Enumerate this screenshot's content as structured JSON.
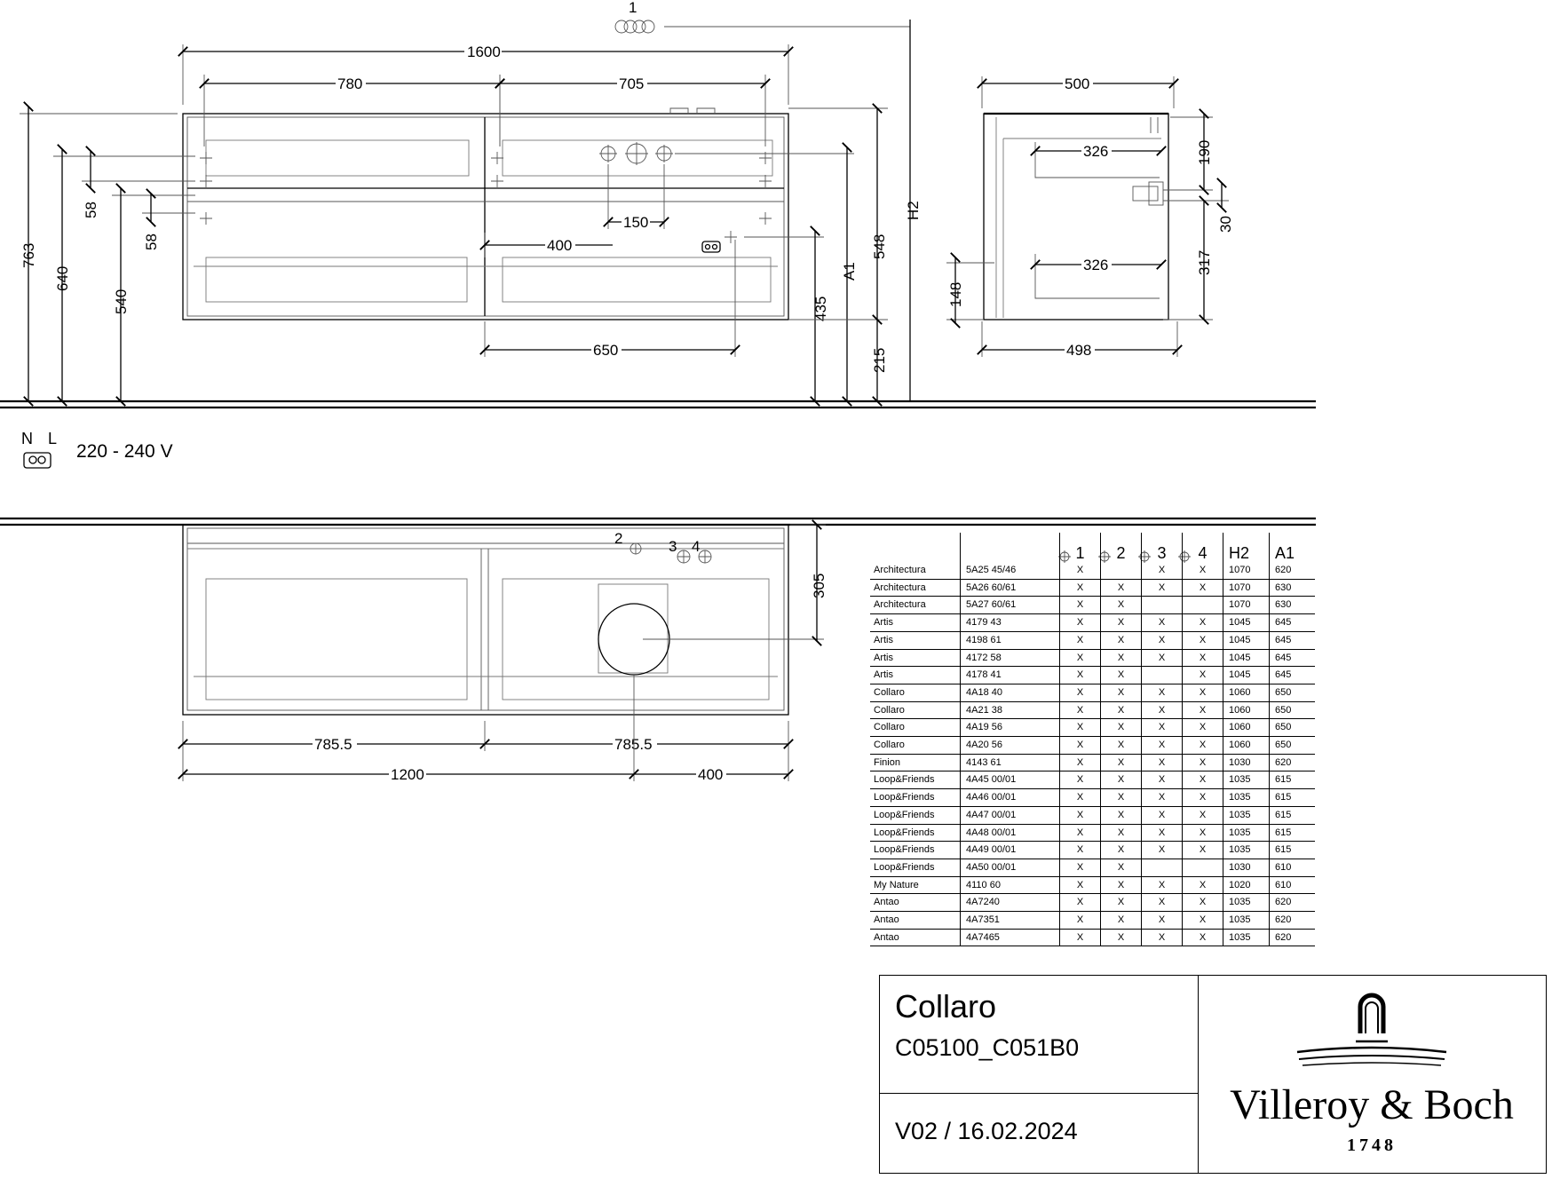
{
  "front_view": {
    "callout": "1",
    "dimensions": {
      "overall_width": "1600",
      "left_section": "780",
      "right_section": "705",
      "cabinet_height": "763",
      "height_640": "640",
      "height_540": "540",
      "gap_58_a": "58",
      "gap_58_b": "58",
      "tap_spacing": "150",
      "socket_offset": "400",
      "socket_height": "435",
      "h2_label": "H2",
      "a1_label": "A1",
      "depth_548": "548",
      "floor_215": "215",
      "bottom_650": "650"
    }
  },
  "side_view": {
    "dimensions": {
      "top_width": "500",
      "drawer_upper": "326",
      "drawer_lower": "326",
      "height_190": "190",
      "height_30": "30",
      "height_317": "317",
      "height_148": "148",
      "bottom_width": "498"
    }
  },
  "electrical": {
    "nl": "N L",
    "voltage": "220 - 240 V"
  },
  "top_view": {
    "callouts": [
      "2",
      "3",
      "4"
    ],
    "dimensions": {
      "depth_305": "305",
      "half_left": "785.5",
      "half_right": "785.5",
      "offset_1200": "1200",
      "offset_400": "400"
    }
  },
  "compat_table": {
    "headers": [
      "",
      "",
      "1",
      "2",
      "3",
      "4",
      "H2",
      "A1"
    ],
    "rows": [
      [
        "Architectura",
        "5A25 45/46",
        "X",
        "",
        "X",
        "X",
        "1070",
        "620"
      ],
      [
        "Architectura",
        "5A26 60/61",
        "X",
        "X",
        "X",
        "X",
        "1070",
        "630"
      ],
      [
        "Architectura",
        "5A27 60/61",
        "X",
        "X",
        "",
        "",
        "1070",
        "630"
      ],
      [
        "Artis",
        "4179 43",
        "X",
        "X",
        "X",
        "X",
        "1045",
        "645"
      ],
      [
        "Artis",
        "4198 61",
        "X",
        "X",
        "X",
        "X",
        "1045",
        "645"
      ],
      [
        "Artis",
        "4172 58",
        "X",
        "X",
        "X",
        "X",
        "1045",
        "645"
      ],
      [
        "Artis",
        "4178 41",
        "X",
        "X",
        "",
        "X",
        "1045",
        "645"
      ],
      [
        "Collaro",
        "4A18 40",
        "X",
        "X",
        "X",
        "X",
        "1060",
        "650"
      ],
      [
        "Collaro",
        "4A21 38",
        "X",
        "X",
        "X",
        "X",
        "1060",
        "650"
      ],
      [
        "Collaro",
        "4A19 56",
        "X",
        "X",
        "X",
        "X",
        "1060",
        "650"
      ],
      [
        "Collaro",
        "4A20 56",
        "X",
        "X",
        "X",
        "X",
        "1060",
        "650"
      ],
      [
        "Finion",
        "4143 61",
        "X",
        "X",
        "X",
        "X",
        "1030",
        "620"
      ],
      [
        "Loop&Friends",
        "4A45 00/01",
        "X",
        "X",
        "X",
        "X",
        "1035",
        "615"
      ],
      [
        "Loop&Friends",
        "4A46 00/01",
        "X",
        "X",
        "X",
        "X",
        "1035",
        "615"
      ],
      [
        "Loop&Friends",
        "4A47 00/01",
        "X",
        "X",
        "X",
        "X",
        "1035",
        "615"
      ],
      [
        "Loop&Friends",
        "4A48 00/01",
        "X",
        "X",
        "X",
        "X",
        "1035",
        "615"
      ],
      [
        "Loop&Friends",
        "4A49 00/01",
        "X",
        "X",
        "X",
        "X",
        "1035",
        "615"
      ],
      [
        "Loop&Friends",
        "4A50 00/01",
        "X",
        "X",
        "",
        "",
        "1030",
        "610"
      ],
      [
        "My Nature",
        "4110 60",
        "X",
        "X",
        "X",
        "X",
        "1020",
        "610"
      ],
      [
        "Antao",
        "4A7240",
        "X",
        "X",
        "X",
        "X",
        "1035",
        "620"
      ],
      [
        "Antao",
        "4A7351",
        "X",
        "X",
        "X",
        "X",
        "1035",
        "620"
      ],
      [
        "Antao",
        "4A7465",
        "X",
        "X",
        "X",
        "X",
        "1035",
        "620"
      ]
    ]
  },
  "title_block": {
    "product": "Collaro",
    "code": "C05100_C051B0",
    "version": "V02 / 16.02.2024",
    "brand": "Villeroy & Boch",
    "year": "1748"
  }
}
